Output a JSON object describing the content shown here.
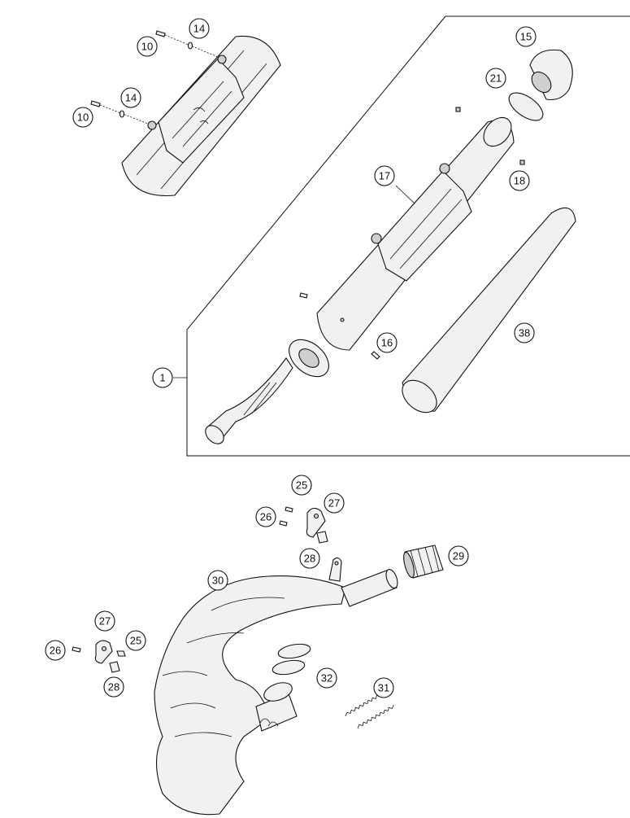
{
  "callouts": {
    "c1": "1",
    "c10a": "10",
    "c10b": "10",
    "c14a": "14",
    "c14b": "14",
    "c15": "15",
    "c16": "16",
    "c17": "17",
    "c18": "18",
    "c21": "21",
    "c25a": "25",
    "c25b": "25",
    "c26a": "26",
    "c26b": "26",
    "c27a": "27",
    "c27b": "27",
    "c28a": "28",
    "c28b": "28",
    "c29": "29",
    "c30": "30",
    "c31": "31",
    "c32": "32",
    "c38": "38"
  }
}
